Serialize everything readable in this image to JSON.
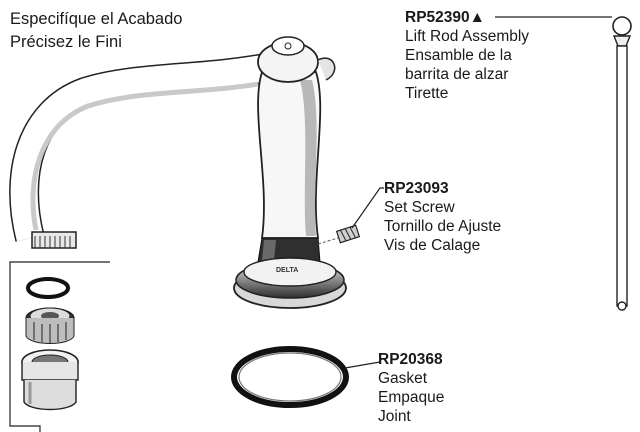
{
  "finish_note": {
    "line1": "Especifíque el Acabado",
    "line2": "Précisez le Fini"
  },
  "parts": [
    {
      "part_number": "RP52390",
      "marker": "▲",
      "names": [
        "Lift Rod Assembly",
        "Ensamble de la",
        "barrita de alzar",
        "Tirette"
      ]
    },
    {
      "part_number": "RP23093",
      "names": [
        "Set Screw",
        "Tornillo de Ajuste",
        "Vis de Calage"
      ]
    },
    {
      "part_number": "RP20368",
      "names": [
        "Gasket",
        "Empaque",
        "Joint"
      ]
    }
  ],
  "brand_mark": "DELTA"
}
